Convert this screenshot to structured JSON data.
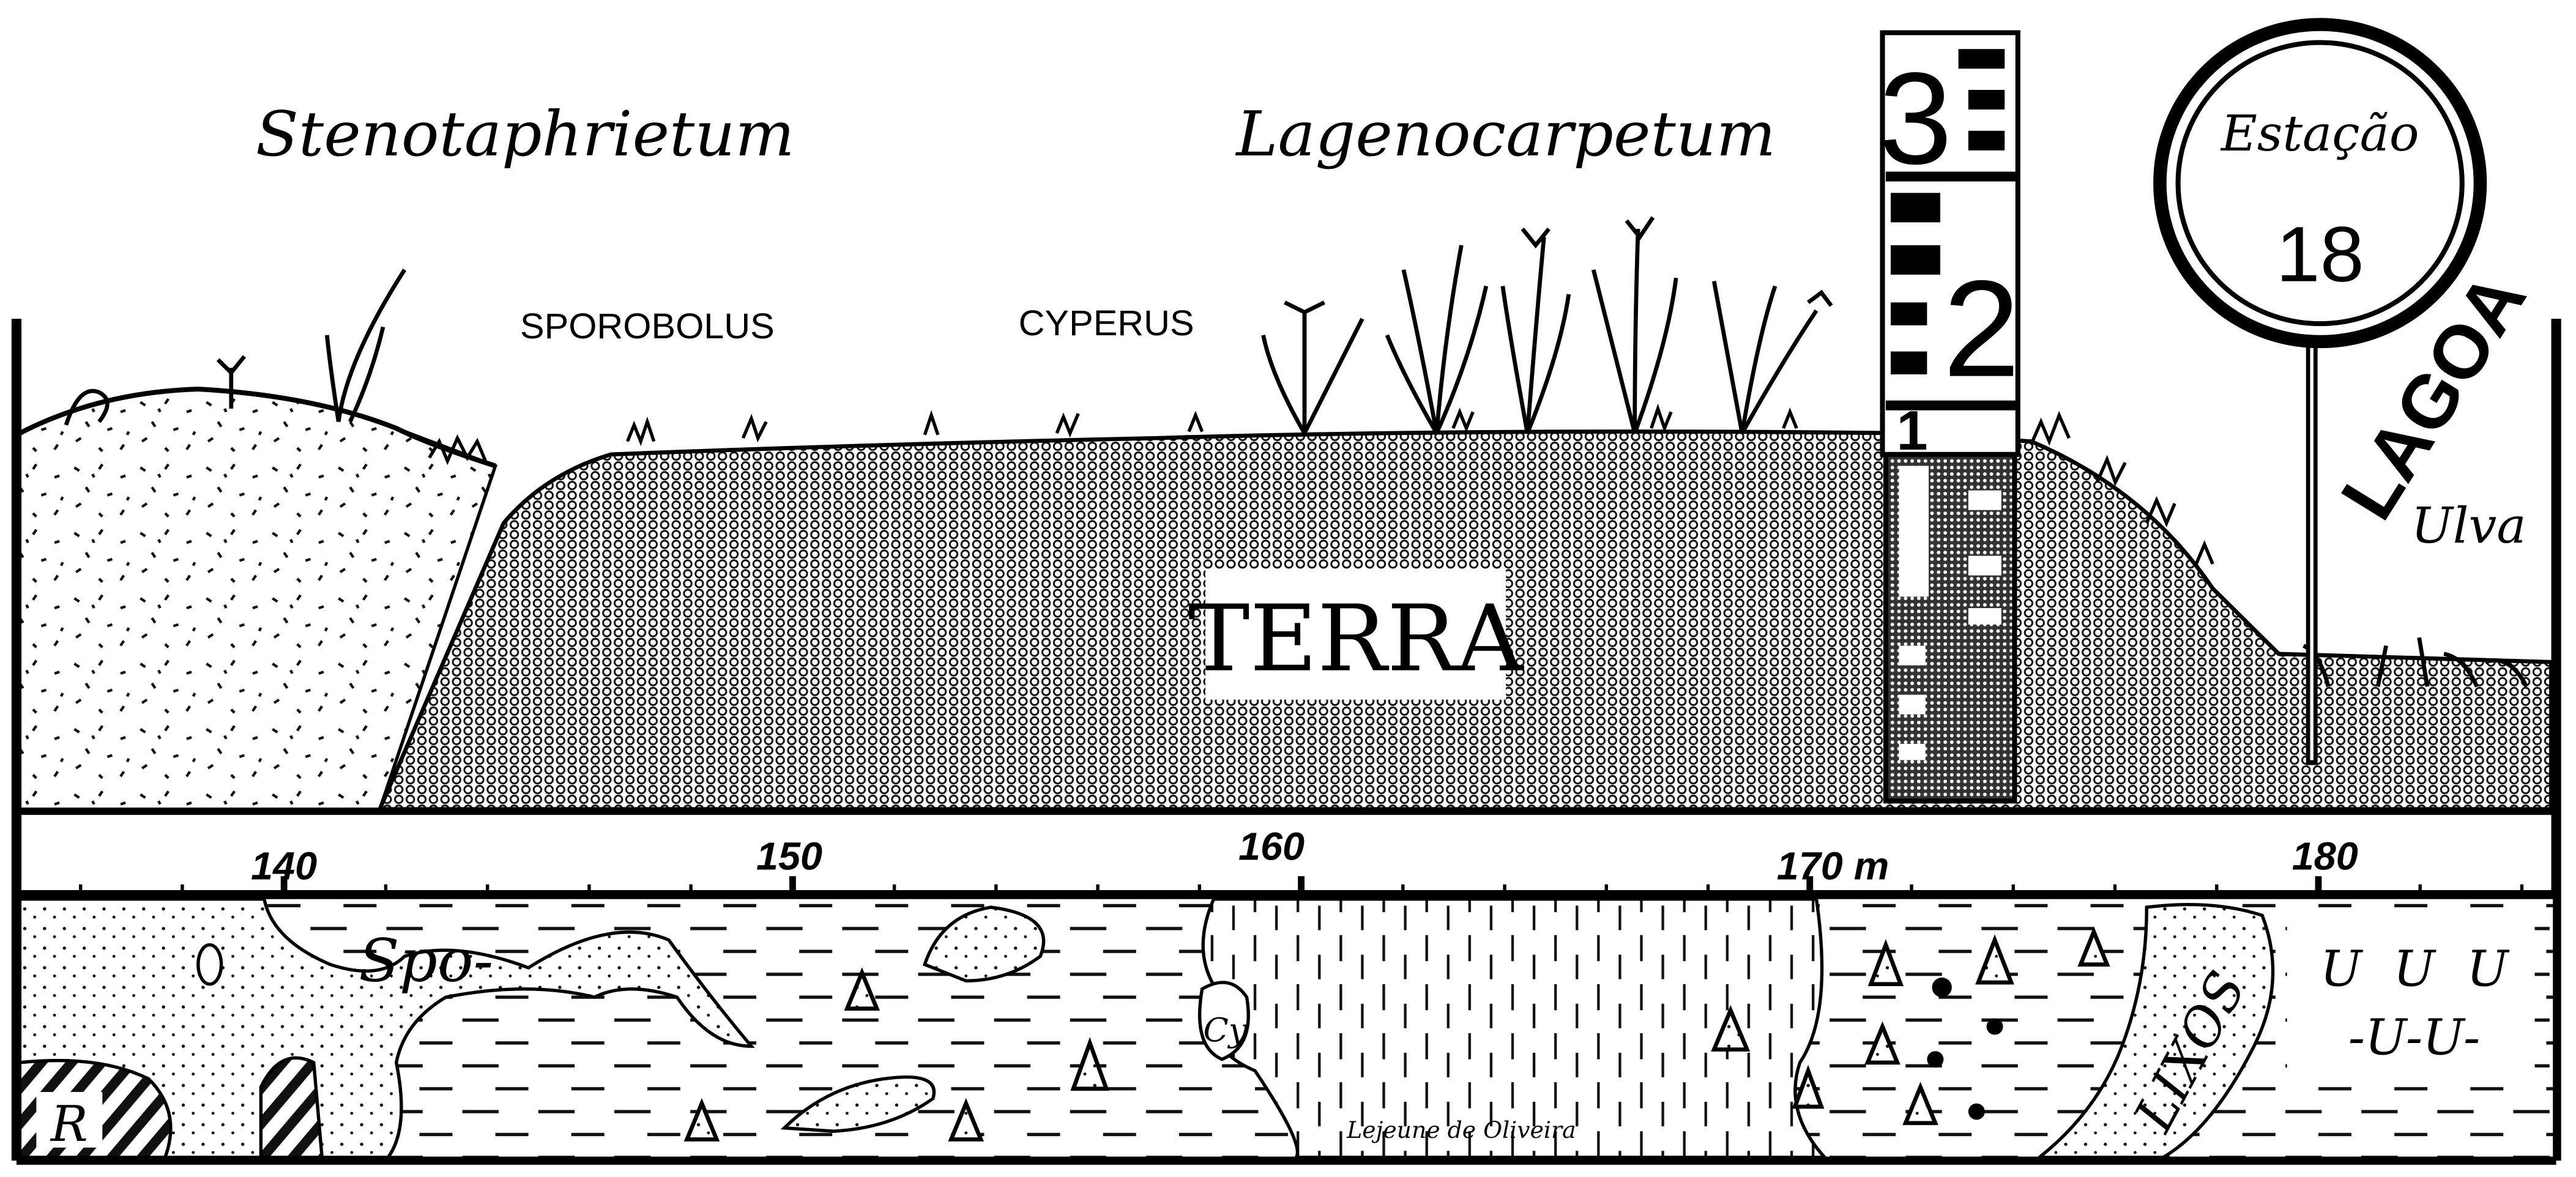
{
  "labels": {
    "community_left": "Stenotaphrietum",
    "community_right": "Lagenocarpetum",
    "plant_left": "SPOROBOLUS",
    "plant_mid": "CYPERUS",
    "soil": "TERRA",
    "lagoon": "LAGOA",
    "alga": "Ulva"
  },
  "station": {
    "word": "Estação",
    "number": "18"
  },
  "gauge": {
    "marks": [
      "3",
      "2",
      "1"
    ]
  },
  "distance_axis": {
    "ticks": [
      "140",
      "150",
      "160",
      "170 m",
      "180"
    ]
  },
  "map_labels": {
    "spo": "Spo-",
    "r": "R",
    "cy": "Cy",
    "lixos": "LIXOS",
    "u_row1": "U  U  U",
    "u_row2": "-U-U-",
    "signature": "Lejeune de Oliveira"
  }
}
